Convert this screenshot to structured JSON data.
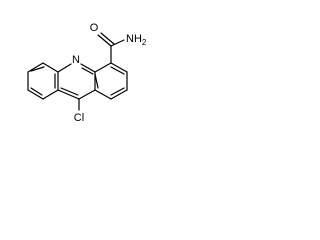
{
  "molecule": {
    "atoms": {
      "ring_nitrogen": "N",
      "carbonyl_oxygen": "O",
      "amide_nitrogen": "NH",
      "amide_hydrogen_count": "2",
      "chlorine": "Cl"
    },
    "colors": {
      "bond": "#000000",
      "label": "#000000",
      "background": "#ffffff"
    }
  }
}
